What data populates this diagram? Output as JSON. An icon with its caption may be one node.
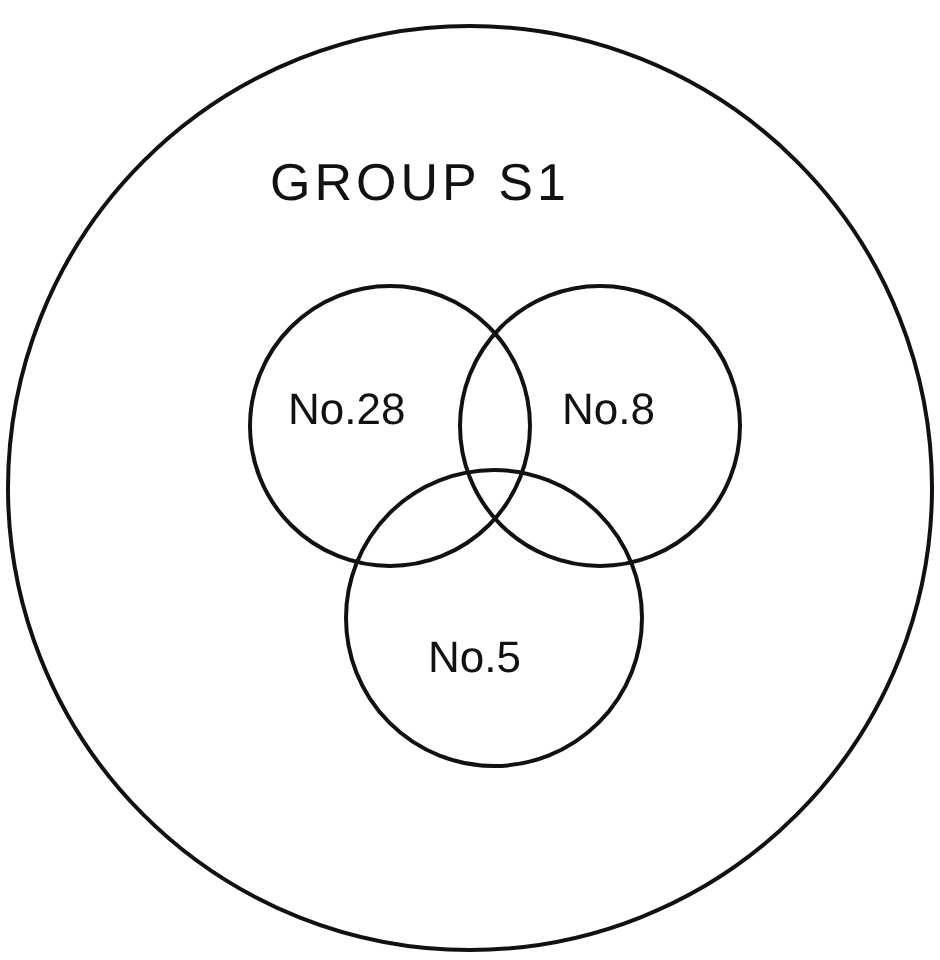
{
  "diagram": {
    "nodes": [
      {
        "text": [
          "GROUP S1"
        ]
      },
      {
        "text": [
          "No.28"
        ],
        "in": 0
      },
      {
        "text": [
          "No.8"
        ],
        "in": 0
      },
      {
        "text": [
          "No.5"
        ],
        "in": 0
      }
    ]
  }
}
